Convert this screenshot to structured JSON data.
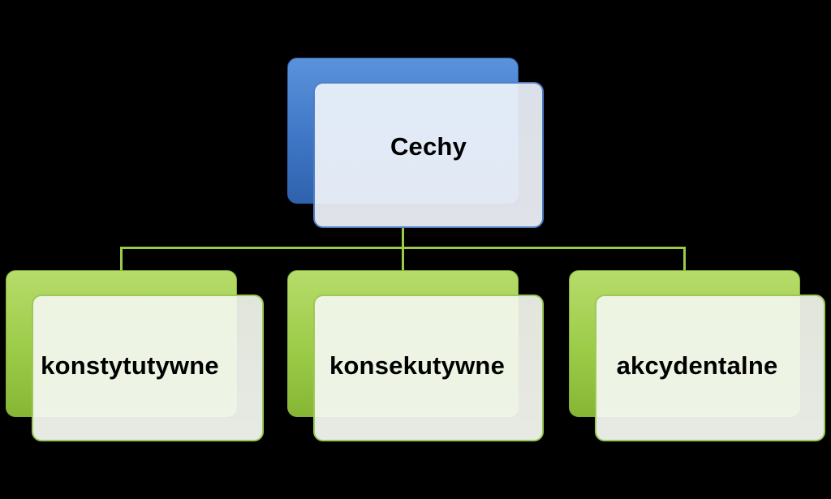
{
  "diagram": {
    "root": {
      "label": "Cechy"
    },
    "children": [
      {
        "label": "konstytutywne"
      },
      {
        "label": "konsekutywne"
      },
      {
        "label": "akcydentalne"
      }
    ]
  },
  "colors": {
    "background": "#000000",
    "root_accent": "#4a86d4",
    "child_accent": "#9ccb48",
    "connector": "#9ccb48"
  }
}
